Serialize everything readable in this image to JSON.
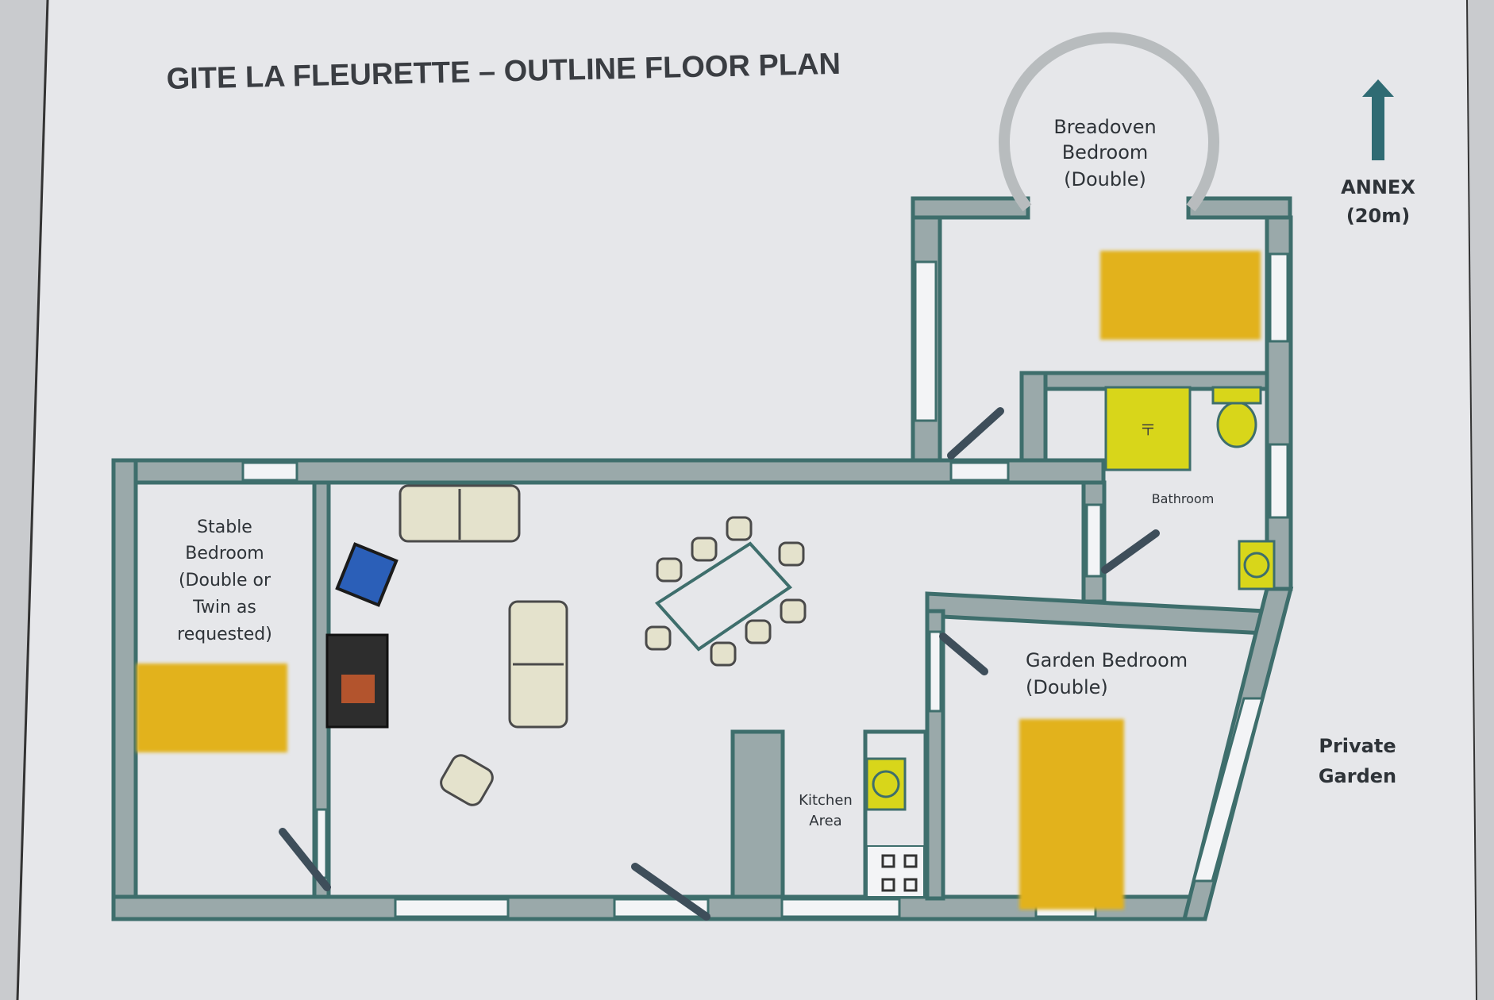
{
  "title": "GITE LA FLEURETTE – OUTLINE FLOOR PLAN",
  "rooms": {
    "breadoven": [
      "Breadoven",
      "Bedroom",
      "(Double)"
    ],
    "stable": [
      "Stable",
      "Bedroom",
      "(Double or",
      "Twin as",
      "requested)"
    ],
    "garden_bedroom": [
      "Garden Bedroom",
      "(Double)"
    ],
    "bathroom": "Bathroom",
    "kitchen": [
      "Kitchen",
      "Area"
    ]
  },
  "compass": {
    "label": "ANNEX",
    "distance": "(20m)"
  },
  "outside": [
    "Private",
    "Garden"
  ],
  "colors": {
    "wall": "#3e6e6c",
    "window": "#f3f4f6",
    "bed": "#e2b21a",
    "fixture": "#d8d61a",
    "sofa": "#e4e2cc",
    "door": "#7a3a3a",
    "paper": "#e6e7ea"
  }
}
